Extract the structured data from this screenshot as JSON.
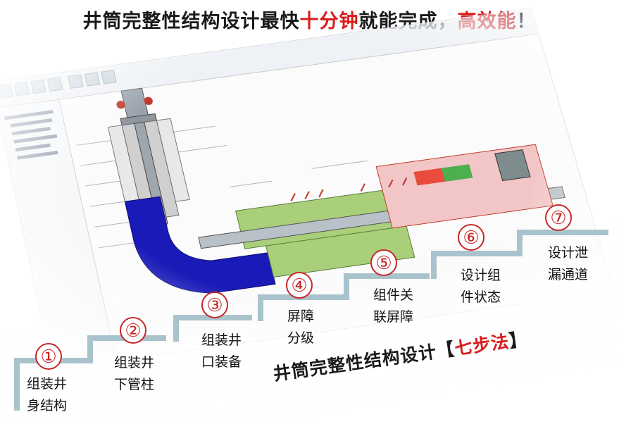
{
  "title": {
    "part1": "井筒完整性结构设计最快",
    "highlight1": "十分钟",
    "part2": "就能完成，",
    "highlight2": "高效能",
    "part3": "！"
  },
  "steps": [
    {
      "number": "①",
      "line1": "组装井",
      "line2": "身结构"
    },
    {
      "number": "②",
      "line1": "组装井",
      "line2": "下管柱"
    },
    {
      "number": "③",
      "line1": "组装井",
      "line2": "口装备"
    },
    {
      "number": "④",
      "line1": "屏障",
      "line2": "分级"
    },
    {
      "number": "⑤",
      "line1": "组件关",
      "line2": "联屏障"
    },
    {
      "number": "⑥",
      "line1": "设计组",
      "line2": "件状态"
    },
    {
      "number": "⑦",
      "line1": "设计泄",
      "line2": "漏通道"
    }
  ],
  "method": {
    "text": "井筒完整性结构设计【",
    "highlight": "七步法",
    "close": "】"
  },
  "colors": {
    "accent_red": "#d81c1c",
    "step_bar": "#a8c3cc",
    "casing_blue": "#1a1ab8",
    "cement_green": "#a9cf7a",
    "formation_red": "#f2c6c6"
  }
}
